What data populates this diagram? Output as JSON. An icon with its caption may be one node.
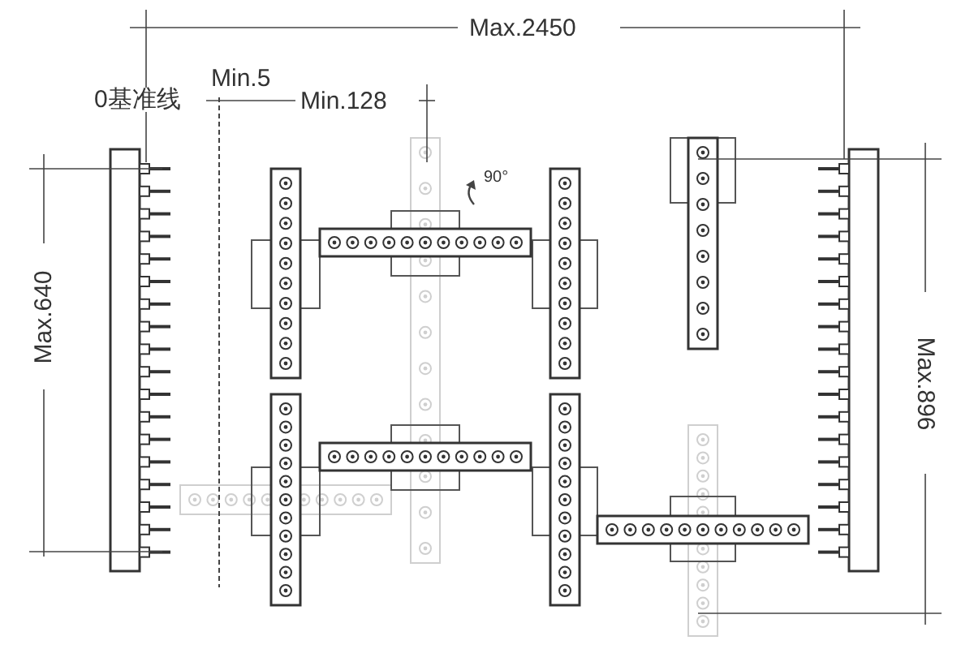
{
  "diagram": {
    "labels": [
      "Max.2450",
      "Min.5",
      "0基准线",
      "Min.128",
      "90°",
      "Max.640",
      "Max.896"
    ]
  }
}
